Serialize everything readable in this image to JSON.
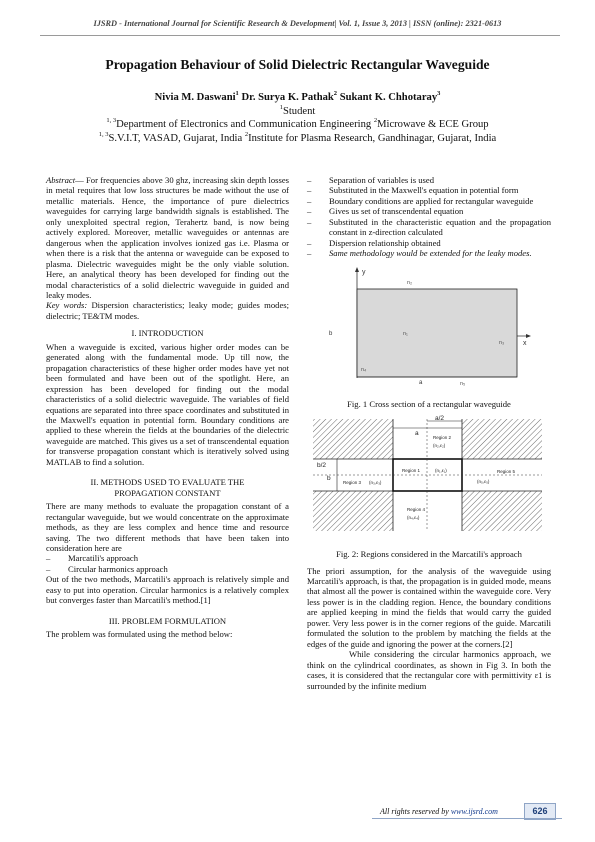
{
  "header": {
    "text": "IJSRD - International Journal for Scientific Research & Development| Vol. 1, Issue 3, 2013 | ISSN (online): 2321-0613"
  },
  "paper": {
    "title": "Propagation Behaviour of Solid Dielectric Rectangular Waveguide",
    "author1": "Nivia M. Daswani",
    "author2": "Dr. Surya K. Pathak",
    "author3": "Sukant K. Chhotaray",
    "sup_a1": "1",
    "sup_a2": "2",
    "sup_a3": "3",
    "aff_student_sup": "1",
    "aff_student": "Student",
    "aff2_sup1": "1, 3",
    "aff2_text1": "Department of Electronics and Communication Engineering ",
    "aff2_sup2": "2",
    "aff2_text2": "Microwave & ECE Group",
    "aff3_sup1": "1, 3",
    "aff3_text1": "S.V.I.T, VASAD, Gujarat, India ",
    "aff3_sup2": "2",
    "aff3_text2": "Institute for Plasma Research, Gandhinagar, Gujarat, India"
  },
  "abstract": {
    "label": "Abstract",
    "text": "— For frequencies above 30 ghz, increasing skin depth losses in metal requires that low loss structures be made without the use of metallic materials. Hence, the importance of pure dielectrics waveguides for carrying large bandwidth signals is established. The only unexploited spectral region, Terahertz band, is now being actively explored. Moreover, metallic waveguides or antennas are dangerous when the application involves ionized gas i.e. Plasma or when there is a risk that the antenna or waveguide can be exposed to plasma. Dielectric waveguides might be the only viable solution. Here, an analytical theory has been developed for finding out the modal characteristics of a solid dielectric waveguide in guided and leaky modes.",
    "kw_label": "Key words:",
    "kw_text": " Dispersion characteristics; leaky mode; guides modes; dielectric; TE&TM modes."
  },
  "sec1": {
    "heading": "I.    Introduction",
    "p1": "When a waveguide is excited, various higher order modes can be generated along with the fundamental mode. Up till now, the propagation characteristics of these higher order modes have yet not been formulated and have been out of the spotlight. Here, an expression has been developed for finding out the modal characteristics of a solid dielectric waveguide. The variables of field equations are separated into three space coordinates and substituted in the Maxwell's equation in potential form. Boundary conditions are applied to these wherein the fields at the boundaries of the dielectric waveguide are matched. This gives us a set of transcendental equation for transverse propagation constant which is iteratively solved using MATLAB to find a solution."
  },
  "sec2": {
    "heading_l1": "II.   Methods used to evaluate the",
    "heading_l2": "propagation constant",
    "p1": "There are many methods to evaluate the propagation constant of a rectangular waveguide, but we would concentrate on the approximate methods, as they are less complex and hence time and resource saving. The two different methods that have been taken into consideration here are",
    "items": [
      "Marcatili's approach",
      "Circular harmonics approach"
    ],
    "p2": "Out of the two methods, Marcatili's approach is relatively simple and easy to put into operation. Circular harmonics is a relatively complex but converges faster than Marcatili's method.[1]"
  },
  "sec3": {
    "heading": "III.   Problem formulation",
    "p1": "The problem was formulated using the method below:",
    "items": [
      "Separation of variables is used",
      "Substituted in the Maxwell's equation in potential form",
      "Boundary conditions are applied for rectangular waveguide",
      "Gives us set of transcendental equation",
      "Substituted in the characteristic equation and the propagation constant in z-direction calculated",
      "Dispersion relationship obtained",
      "Same methodology would be extended for the leaky modes."
    ]
  },
  "fig1": {
    "caption": "Fig. 1 Cross section of a rectangular waveguide",
    "label_y": "y",
    "label_x": "x",
    "label_n2": "n₂",
    "label_n1": "n₁",
    "label_n3": "n₃",
    "label_n4": "n₄",
    "label_n5": "n₅",
    "label_a": "a",
    "label_b": "b"
  },
  "fig2": {
    "caption": "Fig. 2: Regions considered in the Marcatili's approach",
    "label_a": "a",
    "label_a2": "a/2",
    "label_b2": "b/2",
    "label_b": "b",
    "region1": "Region 1",
    "region2": "Region 2",
    "region3": "Region 3",
    "region4": "Region 4",
    "region5": "Region 5",
    "n1": "(n₁,ε₁)",
    "n2": "(n₂,ε₂)",
    "n3": "(n₃,ε₃)",
    "n4": "(n₄,ε₄)",
    "n5": "(n₅,ε₅)"
  },
  "right_text": {
    "p1": "The priori assumption, for the analysis of the waveguide using Marcatili's approach, is that, the propagation is in guided mode, means that almost all the power is contained within the waveguide core. Very less power is in the cladding region. Hence, the boundary conditions are applied keeping in mind the fields that would carry the guided power. Very less power is in the corner regions of the guide. Marcatili formulated the solution to the problem by matching the fields at the edges of the guide and ignoring the power at the corners.[2]",
    "p2": "While considering the circular harmonics approach, we think on the cylindrical coordinates, as shown in Fig 3. In both the cases, it is considered that the rectangular core with permittivity ε1 is surrounded by the infinite medium"
  },
  "footer": {
    "text": "All rights reserved by ",
    "link": "www.ijsrd.com",
    "page": "626"
  }
}
